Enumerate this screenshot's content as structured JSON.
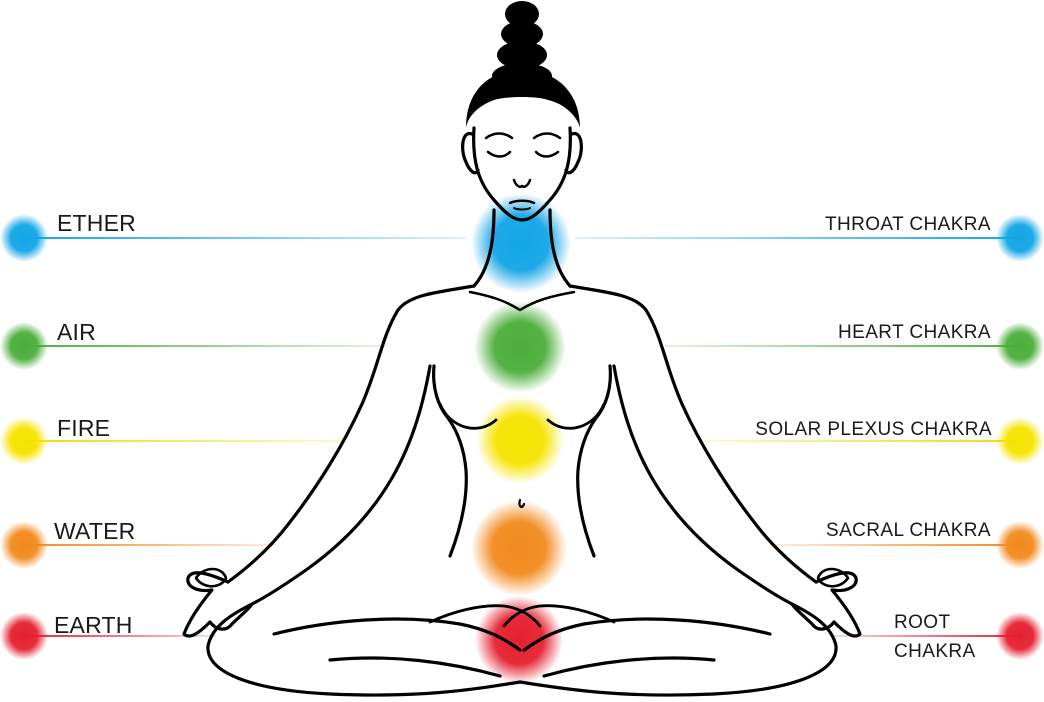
{
  "rows": [
    {
      "element": "ETHER",
      "chakra": "THROAT CHAKRA",
      "color": "#12a5e6"
    },
    {
      "element": "AIR",
      "chakra": "HEART CHAKRA",
      "color": "#4cae3b"
    },
    {
      "element": "FIRE",
      "chakra": "SOLAR PLEXUS CHAKRA",
      "color": "#f6e400"
    },
    {
      "element": "WATER",
      "chakra": "SACRAL CHAKRA",
      "color": "#f28a1e"
    },
    {
      "element": "EARTH",
      "chakra_line1": "ROOT",
      "chakra_line2": "CHAKRA",
      "color": "#e5202f"
    }
  ],
  "figure": {
    "description_icon": "meditating-figure-icon",
    "line_color": "#000000"
  }
}
